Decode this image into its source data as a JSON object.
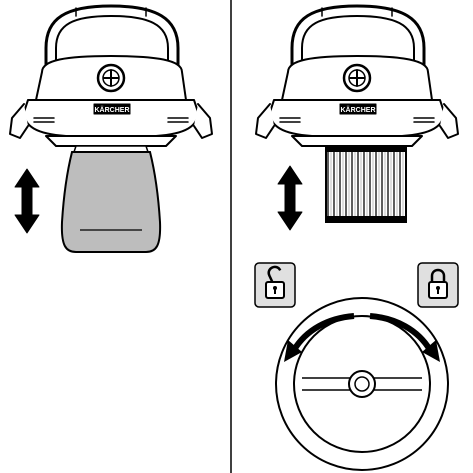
{
  "colors": {
    "stroke": "#000000",
    "background": "#ffffff",
    "filter_bag_fill": "#bdbdbd",
    "panel_fill": "#e0e0e0",
    "pleat_dark": "#1a1a1a",
    "pleat_light": "#cfcfcf"
  },
  "panels": {
    "left": {
      "illustration": "vacuum-head-with-filter-bag",
      "motion_icon": "double-arrow-vertical-icon"
    },
    "right": {
      "illustration": "vacuum-head-with-cartridge-filter",
      "motion_icon": "double-arrow-vertical-icon",
      "unlock_icon": "padlock-open-icon",
      "lock_icon": "padlock-closed-icon",
      "dial": "rotate-lock-dial"
    }
  },
  "brand": {
    "logo_text": "KÄRCHER"
  }
}
